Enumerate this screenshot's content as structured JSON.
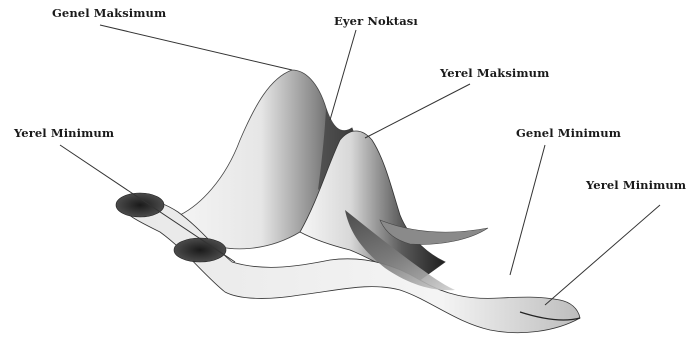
{
  "labels": {
    "global_maximum": "Genel Maksimum",
    "saddle_point": "Eyer Noktası",
    "local_maximum": "Yerel Maksimum",
    "local_minimum_left": "Yerel Minimum",
    "global_minimum": "Genel Minimum",
    "local_minimum_right": "Yerel Minimum"
  }
}
